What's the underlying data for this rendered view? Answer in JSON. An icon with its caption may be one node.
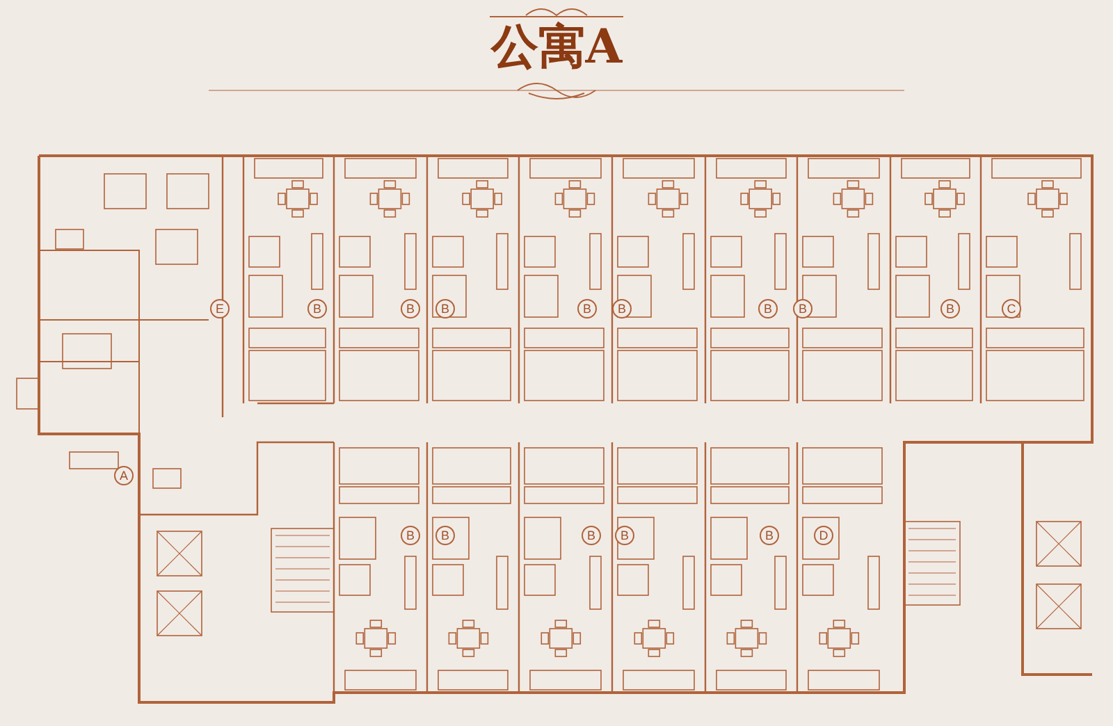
{
  "diagram": {
    "title": "公寓A",
    "labels": [
      "E",
      "B",
      "B",
      "B",
      "B",
      "B",
      "B",
      "B",
      "B",
      "C",
      "A",
      "B",
      "B",
      "B",
      "B",
      "B",
      "D"
    ]
  }
}
